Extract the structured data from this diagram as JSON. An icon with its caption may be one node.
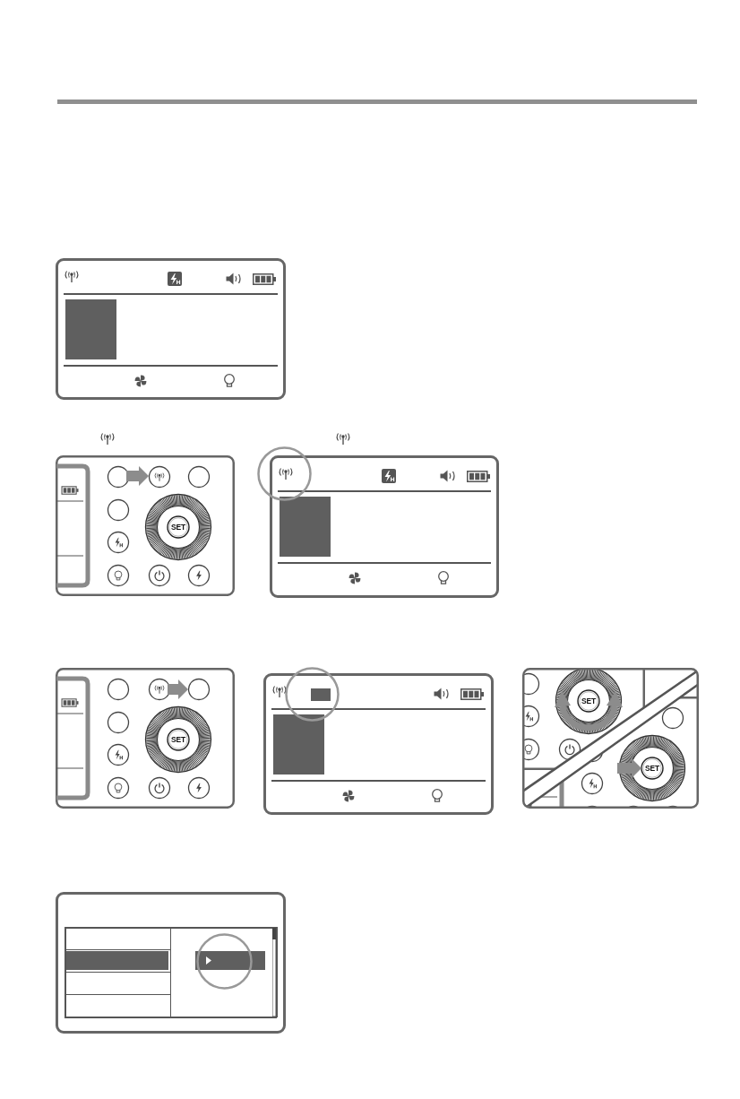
{
  "diagram": {
    "labels": [
      "SET",
      "SET",
      "SET",
      "SET"
    ]
  }
}
